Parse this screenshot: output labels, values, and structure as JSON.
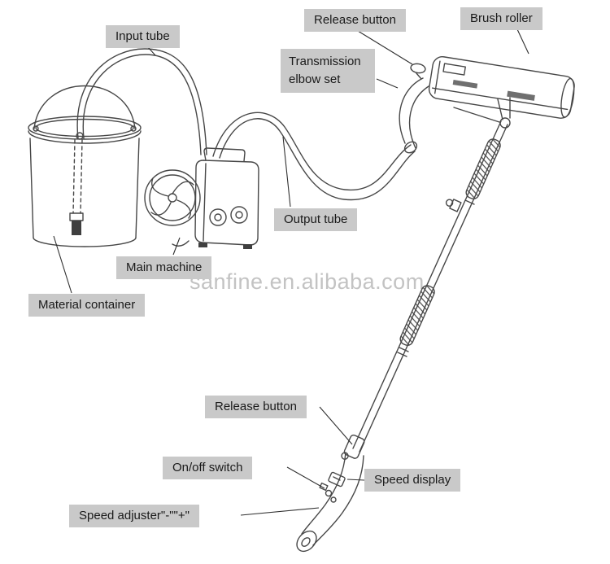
{
  "watermark": "sanfine.en.alibaba.com",
  "labels": {
    "input_tube": "Input tube",
    "release_button_top": "Release button",
    "brush_roller": "Brush roller",
    "transmission_elbow_set": "Transmission elbow set",
    "output_tube": "Output tube",
    "main_machine": "Main machine",
    "material_container": "Material container",
    "release_button_bottom": "Release button",
    "on_off_switch": "On/off switch",
    "speed_display": "Speed display",
    "speed_adjuster": "Speed adjuster\"-\"\"+\""
  },
  "colors": {
    "background": "#ffffff",
    "label_bg": "#c9c9c9",
    "label_text": "#1a1a1a",
    "line_art": "#474747",
    "leader_line": "#2f2f2f",
    "watermark_color": "#c3c3c3"
  }
}
